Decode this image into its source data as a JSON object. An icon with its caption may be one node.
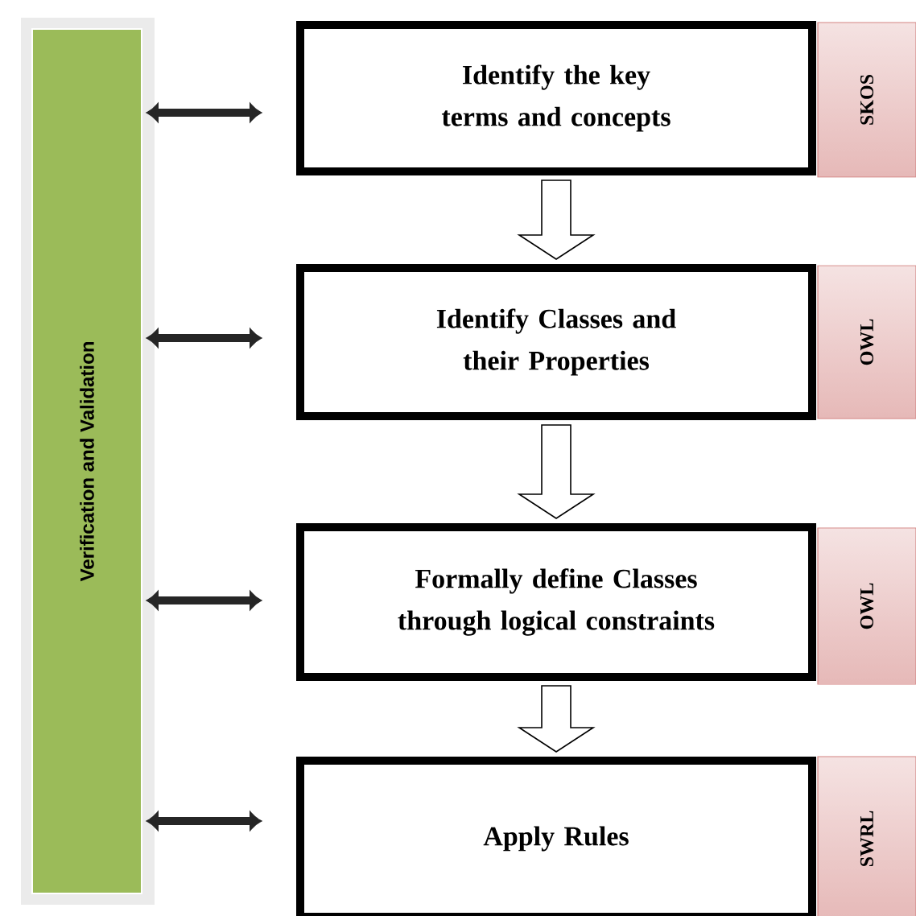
{
  "diagram": {
    "nodes": [
      {
        "text": [
          "Verification and Validation"
        ]
      },
      {
        "text": [
          "Identify the key terms and concepts"
        ]
      },
      {
        "text": [
          "Identify Classes and their Properties"
        ]
      },
      {
        "text": [
          "Formally define Classes through logical constraints"
        ]
      },
      {
        "text": [
          "Apply Rules"
        ]
      },
      {
        "text": [
          "SKOS"
        ]
      },
      {
        "text": [
          "OWL"
        ]
      },
      {
        "text": [
          "OWL"
        ]
      },
      {
        "text": [
          "SWRL"
        ]
      }
    ],
    "edges": [
      {
        "from": 0,
        "to": 1,
        "arrow": "both"
      },
      {
        "from": 0,
        "to": 2,
        "arrow": "both"
      },
      {
        "from": 0,
        "to": 3,
        "arrow": "both"
      },
      {
        "from": 0,
        "to": 4,
        "arrow": "both"
      },
      {
        "from": 1,
        "to": 2,
        "arrow": "to"
      },
      {
        "from": 2,
        "to": 3,
        "arrow": "to"
      },
      {
        "from": 3,
        "to": 4,
        "arrow": "to"
      }
    ]
  }
}
